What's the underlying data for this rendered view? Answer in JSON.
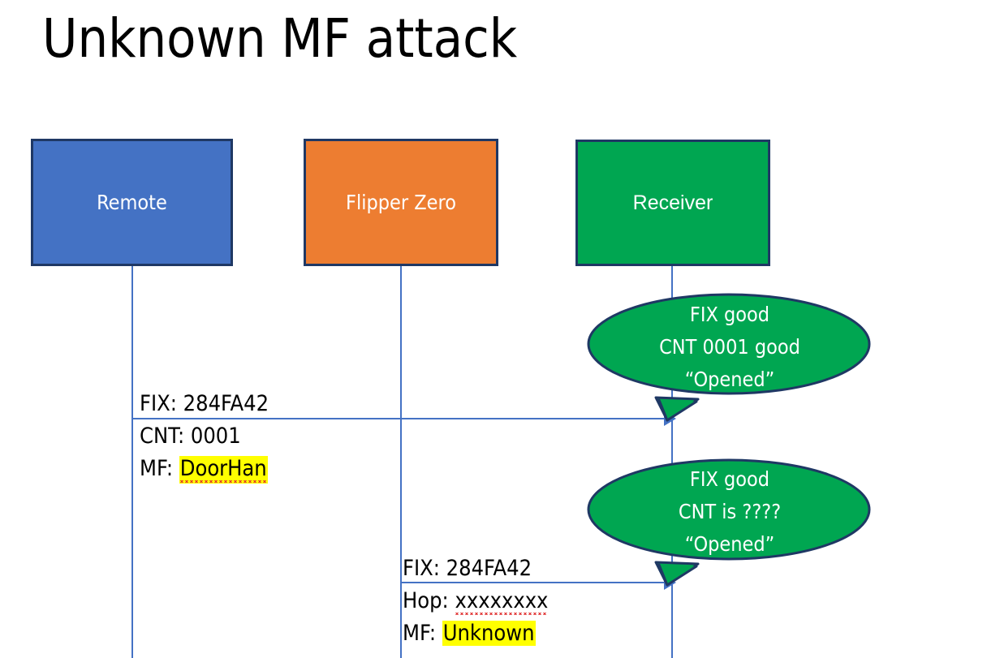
{
  "slide": {
    "title": "Unknown MF attack",
    "background_color": "#FFFFFF"
  },
  "colors": {
    "remote_fill": "#4472C4",
    "flipper_fill": "#ED7D31",
    "receiver_fill": "#00A651",
    "box_border": "#1F3864",
    "lifeline": "#4472C4",
    "arrow": "#4472C4",
    "highlight": "#FFFF00",
    "spellcheck_underline": "#E03030",
    "text_on_fill": "#FFFFFF",
    "text_body": "#000000"
  },
  "actors": [
    {
      "id": "remote",
      "label": "Remote"
    },
    {
      "id": "flipper",
      "label": "Flipper Zero"
    },
    {
      "id": "receiver",
      "label": "Receiver"
    }
  ],
  "messages": [
    {
      "id": "msg1",
      "from": "remote",
      "to": "receiver",
      "lines": [
        {
          "label": "FIX: ",
          "value": "284FA42",
          "highlight": false,
          "spellcheck_error": false
        },
        {
          "label": "CNT: ",
          "value": "0001",
          "highlight": false,
          "spellcheck_error": false
        },
        {
          "label": "MF: ",
          "value": "DoorHan",
          "highlight": true,
          "spellcheck_error": true
        }
      ]
    },
    {
      "id": "msg2",
      "from": "flipper",
      "to": "receiver",
      "lines": [
        {
          "label": "FIX: ",
          "value": "284FA42",
          "highlight": false,
          "spellcheck_error": false
        },
        {
          "label": "Hop: ",
          "value": "xxxxxxxx",
          "highlight": false,
          "spellcheck_error": true
        },
        {
          "label": "MF: ",
          "value": "Unknown",
          "highlight": true,
          "spellcheck_error": false
        }
      ]
    }
  ],
  "callouts": [
    {
      "id": "callout-1",
      "anchor": "receiver",
      "lines": [
        "FIX good",
        "CNT 0001 good",
        "“Opened”"
      ]
    },
    {
      "id": "callout-2",
      "anchor": "receiver",
      "lines": [
        "FIX good",
        "CNT is ????",
        "“Opened”"
      ]
    }
  ]
}
